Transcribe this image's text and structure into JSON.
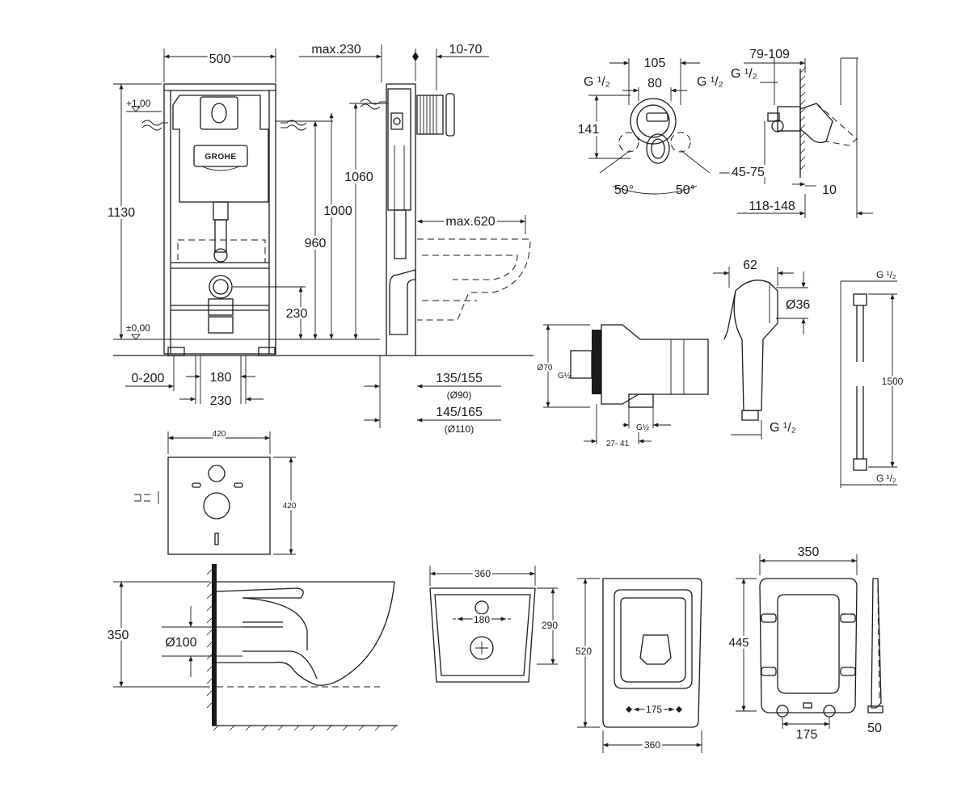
{
  "frame": {
    "width": "500",
    "height": "1130",
    "depth_max": "max.230",
    "adjust": "10-70",
    "h1060": "1060",
    "h1000": "1000",
    "h960": "960",
    "h230": "230",
    "level_top": "+1,00",
    "level_zero": "±0,00",
    "foot": "0-200",
    "bolt_180": "180",
    "bolt_230": "230",
    "bowl_max": "max.620",
    "pipe1": "135/155",
    "pipe1_d": "(Ø90)",
    "pipe2": "145/165",
    "pipe2_d": "(Ø110)",
    "brand": "GROHE"
  },
  "mixer": {
    "g_left": "G ¹/₂",
    "g_right": "G ¹/₂",
    "w105": "105",
    "w80": "80",
    "h141": "141",
    "ang_left": "50°",
    "ang_right": "50°",
    "d45_75": "45-75",
    "side_79_109": "79-109",
    "side_g": "G ¹/₂",
    "side_10": "10",
    "side_118_148": "118-148"
  },
  "elbow": {
    "d70": "Ø70",
    "g_in": "G½",
    "g_out": "G½",
    "span": "27- 41"
  },
  "handshower": {
    "w62": "62",
    "d36": "Ø36",
    "g": "G ¹/₂"
  },
  "hose": {
    "g_top": "G ¹/₂",
    "len": "1500",
    "g_bot": "G ¹/₂"
  },
  "plate": {
    "w": "420",
    "h": "420"
  },
  "bowl_side": {
    "h350": "350",
    "d100": "Ø100"
  },
  "bowl_back": {
    "w360": "360",
    "d180": "180",
    "h290": "290"
  },
  "bowl_top": {
    "h520": "520",
    "d175": "175",
    "w360": "360"
  },
  "seat": {
    "w350": "350",
    "h445": "445",
    "d175": "175",
    "t50": "50"
  }
}
